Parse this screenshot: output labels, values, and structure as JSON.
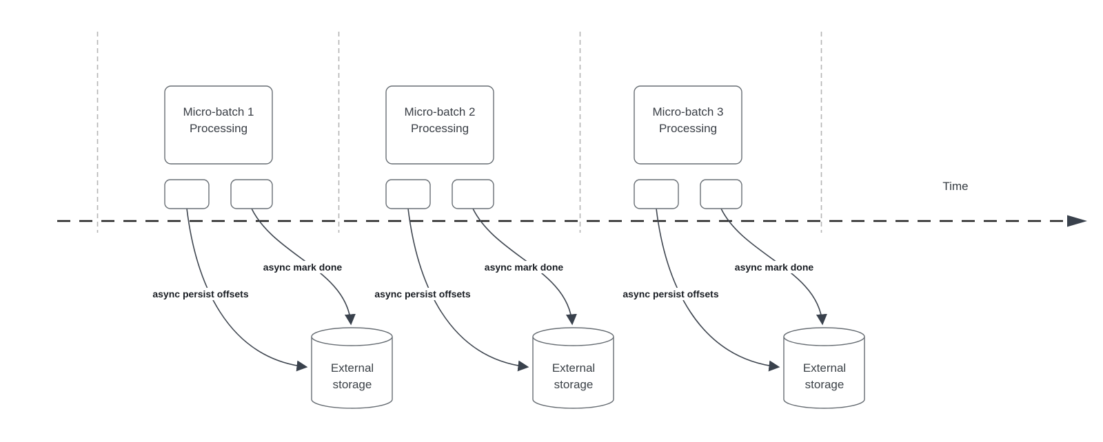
{
  "time_axis": {
    "label": "Time"
  },
  "groups": [
    {
      "title": "Micro-batch 1\nProcessing",
      "persist_label": "async persist offsets",
      "mark_done_label": "async mark done",
      "storage_label": "External\nstorage"
    },
    {
      "title": "Micro-batch 2\nProcessing",
      "persist_label": "async persist offsets",
      "mark_done_label": "async mark done",
      "storage_label": "External\nstorage"
    },
    {
      "title": "Micro-batch 3\nProcessing",
      "persist_label": "async persist offsets",
      "mark_done_label": "async mark done",
      "storage_label": "External\nstorage"
    }
  ],
  "colors": {
    "background": "#ffffff",
    "shape_stroke": "#676d73",
    "connector_stroke": "#3f4650",
    "arrowhead_fill": "#39414c",
    "time_axis_color": "#1f1f1f",
    "lane_divider_color": "#b4b4b4",
    "bold_label_text": "#181c22",
    "shape_text": "#383d44"
  }
}
